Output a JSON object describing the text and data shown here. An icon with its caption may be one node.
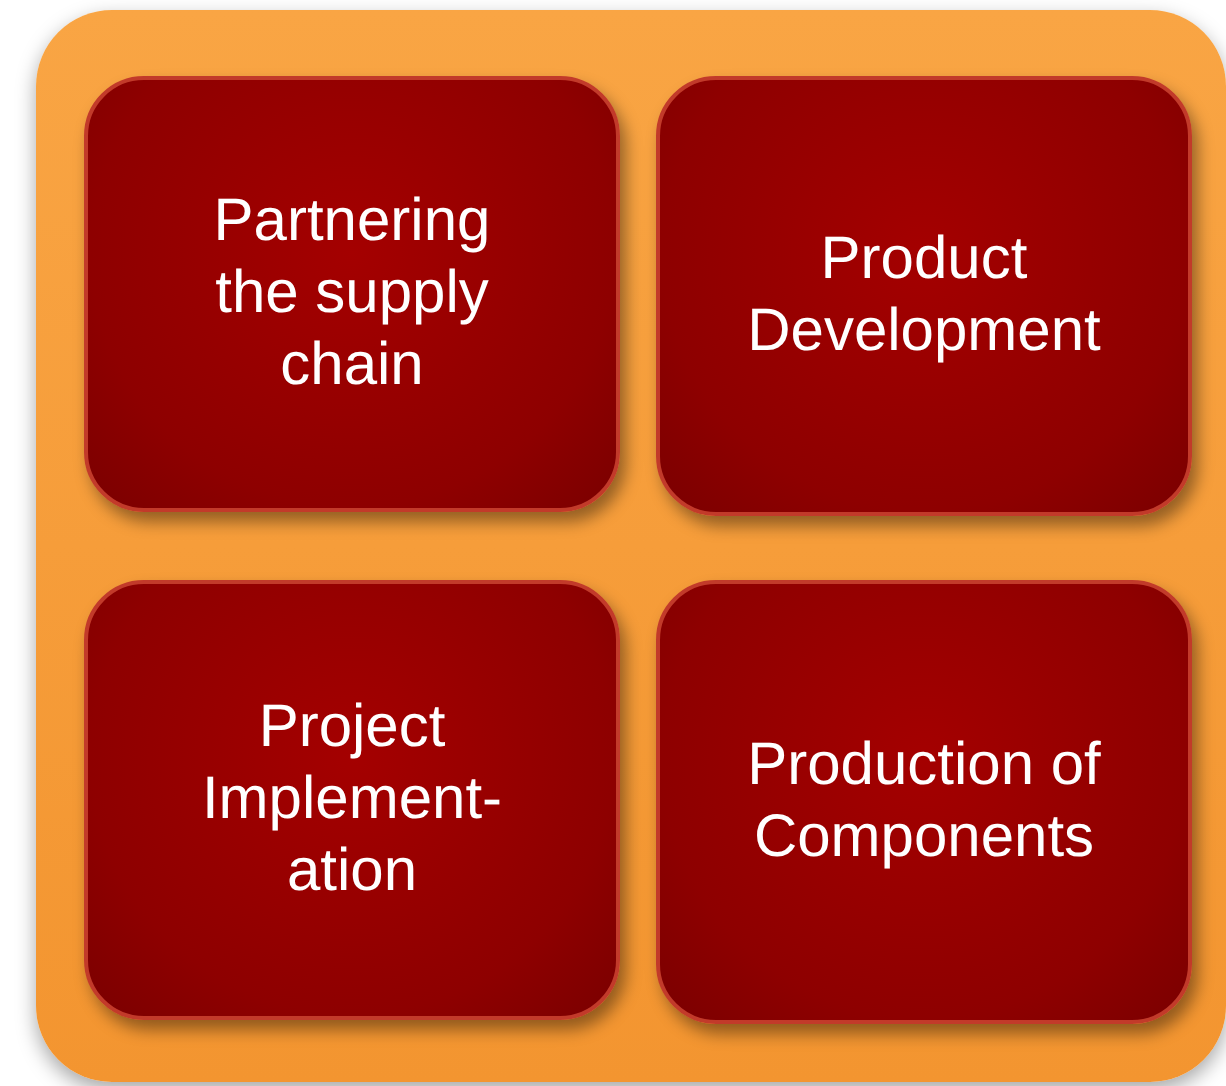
{
  "diagram": {
    "nodes": [
      {
        "text": [],
        "shape": "box"
      },
      {
        "text": [
          "Partnering the supply chain"
        ],
        "in": 0
      },
      {
        "text": [
          "Product Development"
        ],
        "in": 0
      },
      {
        "text": [
          "Project Implement- ation"
        ],
        "in": 0
      },
      {
        "text": [
          "Production of Components"
        ],
        "in": 0
      }
    ]
  }
}
